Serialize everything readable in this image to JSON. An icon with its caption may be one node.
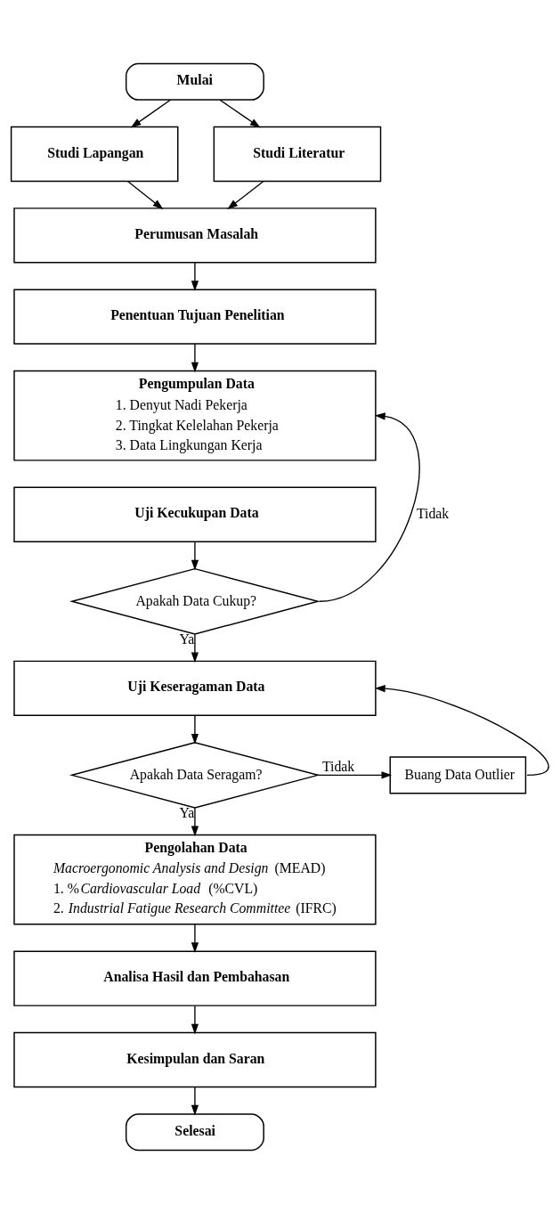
{
  "diagram": {
    "nodes": [
      {
        "text": [
          "Mulai"
        ]
      },
      {
        "text": [
          "Studi Lapangan"
        ]
      },
      {
        "text": [
          "Studi Literatur"
        ]
      },
      {
        "text": [
          "Perumusan Masalah"
        ]
      },
      {
        "text": [
          "Penentuan Tujuan Penelitian"
        ]
      },
      {
        "text": [
          "Pengumpulan Data",
          "1. Denyut Nadi Pekerja",
          "2. Tingkat Kelelahan Pekerja",
          "3. Data Lingkungan Kerja"
        ]
      },
      {
        "text": [
          "Uji Kecukupan Data"
        ]
      },
      {
        "text": [
          "Apakah Data Cukup?"
        ]
      },
      {
        "text": [
          "Uji Keseragaman Data"
        ]
      },
      {
        "text": [
          "Apakah Data Seragam?"
        ]
      },
      {
        "text": [
          "Buang Data Outlier"
        ]
      },
      {
        "text": [
          "Pengolahan Data",
          "*Macroergonomic Analysis and Design* (MEAD)",
          "1. %*Cardiovascular Load* (%CVL)",
          "2. *Industrial Fatigue Research Committee* (IFRC)"
        ]
      },
      {
        "text": [
          "Analisa Hasil dan Pembahasan"
        ]
      },
      {
        "text": [
          "Kesimpulan dan Saran"
        ]
      },
      {
        "text": [
          "Selesai"
        ]
      }
    ],
    "edges": [
      {
        "from": 0,
        "to": 1,
        "arrow": "to"
      },
      {
        "from": 0,
        "to": 2,
        "arrow": "to"
      },
      {
        "from": 1,
        "to": 3,
        "arrow": "to"
      },
      {
        "from": 2,
        "to": 3,
        "arrow": "to"
      },
      {
        "from": 3,
        "to": 4,
        "arrow": "to"
      },
      {
        "from": 4,
        "to": 5,
        "arrow": "to"
      },
      {
        "from": 6,
        "to": 7,
        "arrow": "to"
      },
      {
        "from": 7,
        "to": 5,
        "arrow": "to",
        "label": "Tidak"
      },
      {
        "from": 7,
        "to": 8,
        "arrow": "to",
        "label": "Ya"
      },
      {
        "from": 8,
        "to": 9,
        "arrow": "to"
      },
      {
        "from": 9,
        "to": 10,
        "arrow": "to",
        "label": "Tidak"
      },
      {
        "from": 10,
        "to": 8,
        "arrow": "to"
      },
      {
        "from": 9,
        "to": 11,
        "arrow": "to",
        "label": "Ya"
      },
      {
        "from": 11,
        "to": 12,
        "arrow": "to"
      },
      {
        "from": 12,
        "to": 13,
        "arrow": "to"
      },
      {
        "from": 13,
        "to": 14,
        "arrow": "to"
      }
    ]
  }
}
